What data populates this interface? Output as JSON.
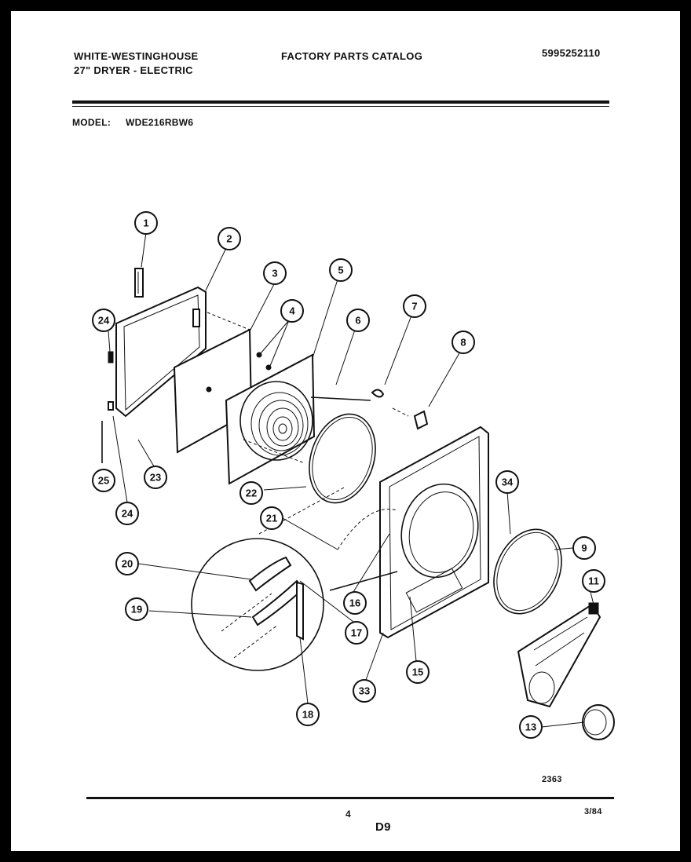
{
  "header": {
    "brand": "WHITE-WESTINGHOUSE",
    "product": "27\" DRYER - ELECTRIC",
    "catalog_title": "FACTORY PARTS CATALOG",
    "catalog_number": "5995252110",
    "model_label": "MODEL:",
    "model_value": "WDE216RBW6"
  },
  "diagram": {
    "callouts": [
      "1",
      "2",
      "3",
      "4",
      "5",
      "6",
      "7",
      "8",
      "24",
      "23",
      "25",
      "24",
      "22",
      "34",
      "9",
      "21",
      "20",
      "11",
      "16",
      "19",
      "17",
      "15",
      "33",
      "13",
      "18"
    ]
  },
  "footer": {
    "drawing_number": "2363",
    "page_number": "4",
    "date_code": "3/84",
    "section_code": "D9"
  }
}
